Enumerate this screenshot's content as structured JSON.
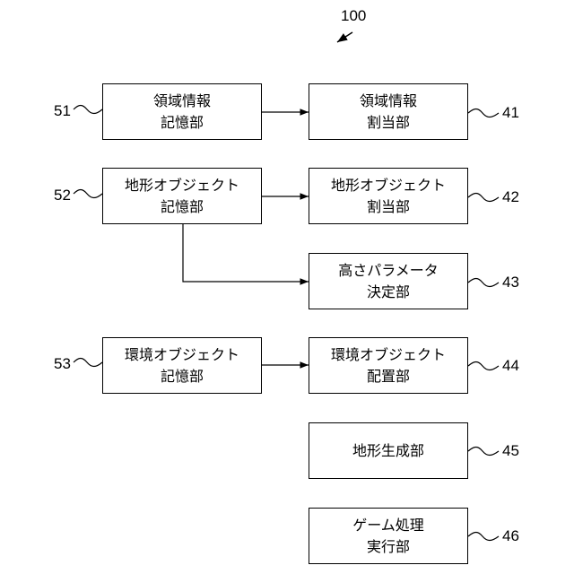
{
  "figure_label": "100",
  "boxes": {
    "area_info_storage": {
      "ref": "51",
      "lines": [
        "領域情報",
        "記憶部"
      ]
    },
    "terrain_object_storage": {
      "ref": "52",
      "lines": [
        "地形オブジェクト",
        "記憶部"
      ]
    },
    "env_object_storage": {
      "ref": "53",
      "lines": [
        "環境オブジェクト",
        "記憶部"
      ]
    },
    "area_info_assign": {
      "ref": "41",
      "lines": [
        "領域情報",
        "割当部"
      ]
    },
    "terrain_object_assign": {
      "ref": "42",
      "lines": [
        "地形オブジェクト",
        "割当部"
      ]
    },
    "height_param_decide": {
      "ref": "43",
      "lines": [
        "高さパラメータ",
        "決定部"
      ]
    },
    "env_object_place": {
      "ref": "44",
      "lines": [
        "環境オブジェクト",
        "配置部"
      ]
    },
    "terrain_generate": {
      "ref": "45",
      "lines": [
        "地形生成部"
      ]
    },
    "game_process_exec": {
      "ref": "46",
      "lines": [
        "ゲーム処理",
        "実行部"
      ]
    }
  },
  "connections": [
    {
      "from": "area_info_storage",
      "to": "area_info_assign"
    },
    {
      "from": "terrain_object_storage",
      "to": "terrain_object_assign"
    },
    {
      "from": "terrain_object_storage",
      "to": "height_param_decide"
    },
    {
      "from": "env_object_storage",
      "to": "env_object_place"
    }
  ]
}
